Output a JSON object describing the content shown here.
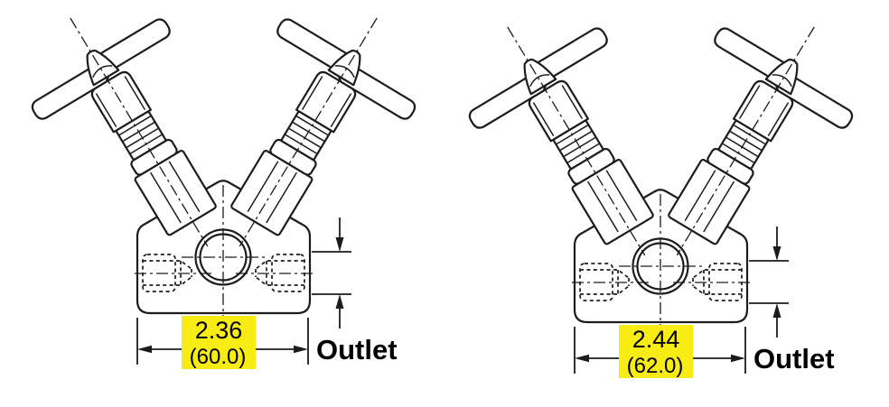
{
  "page": {
    "background": "#ffffff",
    "description": "Technical dimension drawing of two Y-pattern dual-handle valves, front view, with highlighted width dimensions and outlet callouts"
  },
  "drawing": {
    "line_color": "#1c1c1c",
    "highlight_color": "#f8ec15",
    "text_color": "#000000",
    "valves": [
      {
        "id": "left",
        "width_in": "2.36",
        "width_mm": "(60.0)",
        "outlet_label": "Outlet"
      },
      {
        "id": "right",
        "width_in": "2.44",
        "width_mm": "(62.0)",
        "outlet_label": "Outlet"
      }
    ]
  }
}
